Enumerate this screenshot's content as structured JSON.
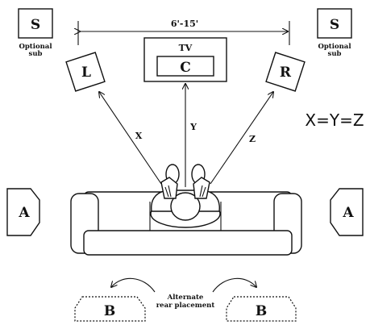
{
  "speakers": {
    "sub_left": "S",
    "sub_right": "S",
    "front_left": "L",
    "center": "C",
    "front_right": "R",
    "surround_left": "A",
    "surround_right": "A",
    "rear_left": "B",
    "rear_right": "B"
  },
  "labels": {
    "tv": "TV",
    "width_range": "6'-15'",
    "optional_sub_line1": "Optional",
    "optional_sub_line2": "sub",
    "distance_x": "X",
    "distance_y": "Y",
    "distance_z": "Z",
    "equation": "X=Y=Z",
    "alternate_line1": "Alternate",
    "alternate_line2": "rear placement"
  }
}
